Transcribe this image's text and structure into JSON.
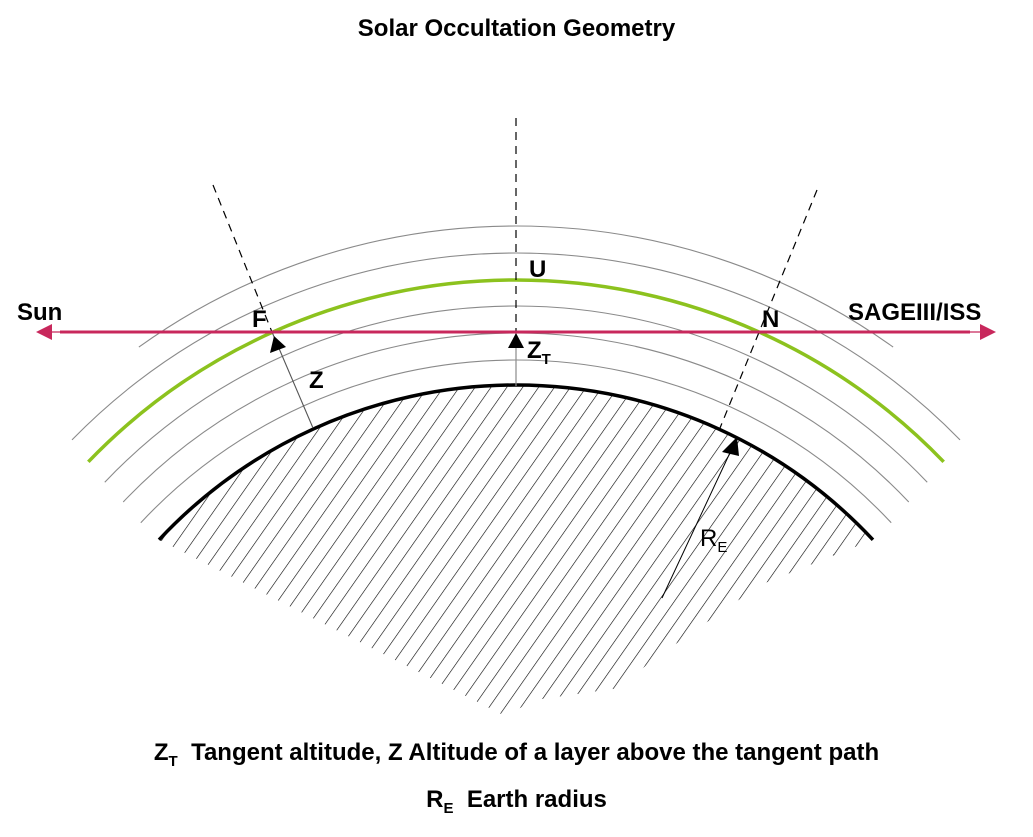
{
  "title": "Solar Occultation Geometry",
  "labels": {
    "sun": "Sun",
    "instrument": "SAGEIII/ISS",
    "far_point": "F",
    "near_point": "N",
    "upper_point": "U",
    "z": "Z",
    "zt_main": "Z",
    "zt_sub": "T",
    "re_main": "R",
    "re_sub": "E"
  },
  "caption": {
    "line1_sym": "Z",
    "line1_sub": "T",
    "line1_text": "Tangent  altitude, Z  Altitude of a layer above the tangent path",
    "line2_sym": "R",
    "line2_sub": "E",
    "line2_text": "Earth radius"
  },
  "colors": {
    "ray": "#c8285c",
    "highlight_layer": "#8cc21e",
    "layers": "#8a8a8a",
    "earth": "#000000"
  }
}
